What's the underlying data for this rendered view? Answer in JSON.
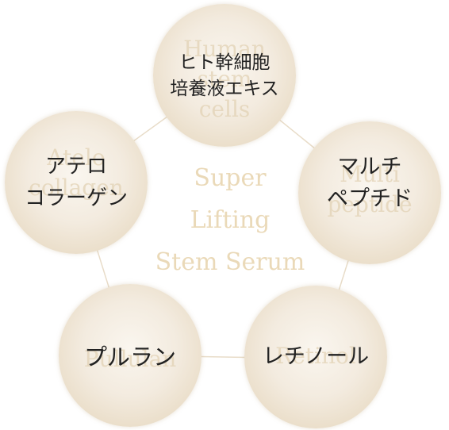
{
  "center": {
    "lines": [
      "Super",
      "Lifting",
      "Stem Serum"
    ]
  },
  "ingredients": [
    {
      "id": "top",
      "label": [
        "ヒト幹細胞",
        "培養液エキス"
      ],
      "ghost": [
        "Human",
        "stem",
        "cells"
      ]
    },
    {
      "id": "right",
      "label": [
        "マルチ",
        "ペプチド"
      ],
      "ghost": [
        "Multi",
        "peptide"
      ]
    },
    {
      "id": "bottom-right",
      "label": [
        "レチノール"
      ],
      "ghost": [
        "Retinol"
      ]
    },
    {
      "id": "bottom-left",
      "label": [
        "プルラン"
      ],
      "ghost": [
        "Pullulan"
      ]
    },
    {
      "id": "left",
      "label": [
        "アテロ",
        "コラーゲン"
      ],
      "ghost": [
        "Atelo",
        "collagen"
      ]
    }
  ],
  "colors": {
    "center_text": "#ead9b8",
    "circle_fill": "#f3ebdf",
    "connector": "#e8dcc8",
    "label_text": "#222222"
  }
}
